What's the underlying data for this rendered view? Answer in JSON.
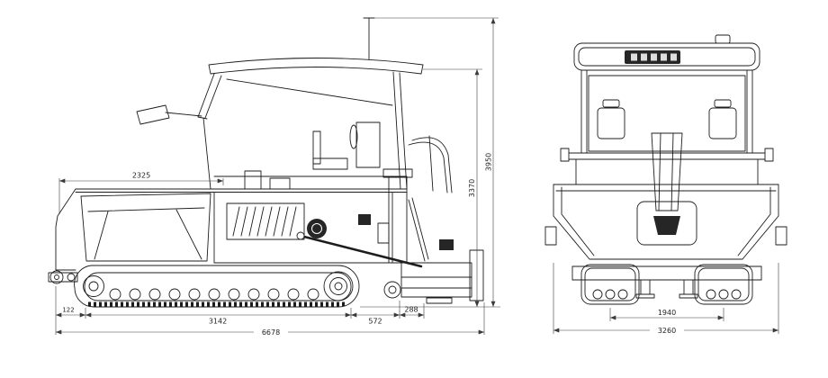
{
  "colors": {
    "line": "#1d1d1d",
    "dim_line": "#3a3a3a",
    "dark_fill": "#262626"
  },
  "views": {
    "side": {
      "dims": {
        "hopper_top": "2325",
        "canopy_height": "3370",
        "overall_height": "3950",
        "front_overhang": "122",
        "track_length": "3142",
        "rear_seg_1": "572",
        "rear_seg_2": "288",
        "overall_length": "6678"
      }
    },
    "front": {
      "dims": {
        "track_gauge": "1940",
        "overall_width": "3260"
      }
    }
  }
}
